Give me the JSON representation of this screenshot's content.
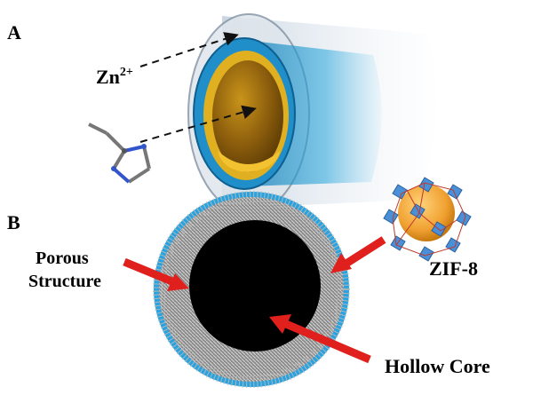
{
  "panels": {
    "a": {
      "label": "A",
      "zn_base": "Zn",
      "zn_charge": "2+"
    },
    "b": {
      "label": "B",
      "porous_line1": "Porous",
      "porous_line2": "Structure",
      "zif_label": "ZIF-8",
      "hollow_label": "Hollow Core"
    }
  },
  "colors": {
    "tube_blue": "#2aa7dc",
    "core_gold": "#d4a017",
    "arrow_red": "#e0201c",
    "cross_section_blue": "#29a3e0",
    "sphere_orange": "#f0a030",
    "polyhedron_blue": "#4a90d9"
  }
}
